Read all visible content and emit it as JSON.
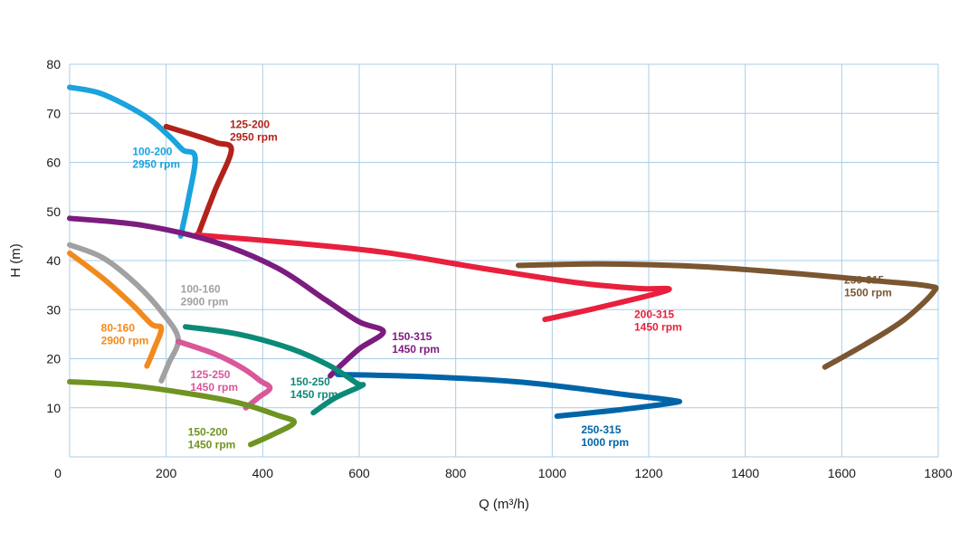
{
  "chart_data": {
    "type": "line",
    "xlabel": "Q (m³/h)",
    "ylabel": "H (m)",
    "xlim": [
      0,
      1800
    ],
    "ylim": [
      0,
      80
    ],
    "x_ticks": [
      0,
      200,
      400,
      600,
      800,
      1000,
      1200,
      1400,
      1600,
      1800
    ],
    "y_ticks": [
      10,
      20,
      30,
      40,
      50,
      60,
      70,
      80
    ],
    "grid": true,
    "series": [
      {
        "name": "100-200 2950 rpm",
        "label_lines": [
          "100-200",
          "2950 rpm"
        ],
        "color": "#1aa3de",
        "label_at": [
          130,
          61.5
        ],
        "label_anchor": "start",
        "points": [
          [
            0,
            75.3
          ],
          [
            60,
            74.2
          ],
          [
            120,
            71.5
          ],
          [
            170,
            68.5
          ],
          [
            210,
            65
          ],
          [
            235,
            62.5
          ],
          [
            260,
            61
          ],
          [
            245,
            52
          ],
          [
            230,
            45
          ]
        ]
      },
      {
        "name": "125-200 2950 rpm",
        "label_lines": [
          "125-200",
          "2950 rpm"
        ],
        "color": "#b3221a",
        "label_at": [
          332,
          67
        ],
        "label_anchor": "start",
        "points": [
          [
            200,
            67.3
          ],
          [
            260,
            65.5
          ],
          [
            305,
            64
          ],
          [
            335,
            62.5
          ],
          [
            300,
            54
          ],
          [
            265,
            45
          ]
        ]
      },
      {
        "name": "200-315 1450 rpm",
        "label_lines": [
          "200-315",
          "1450 rpm"
        ],
        "color": "#e8203d",
        "label_at": [
          1170,
          28.3
        ],
        "label_anchor": "start",
        "points": [
          [
            262,
            45.2
          ],
          [
            450,
            43.7
          ],
          [
            650,
            41.7
          ],
          [
            850,
            38.5
          ],
          [
            1050,
            35.5
          ],
          [
            1180,
            34.3
          ],
          [
            1240,
            34
          ],
          [
            1100,
            30.5
          ],
          [
            985,
            28
          ]
        ]
      },
      {
        "name": "250-315 1500 rpm",
        "label_lines": [
          "250-315",
          "1500 rpm"
        ],
        "color": "#7a5631",
        "label_at": [
          1605,
          35.3
        ],
        "label_anchor": "start",
        "points": [
          [
            930,
            39
          ],
          [
            1100,
            39.3
          ],
          [
            1300,
            38.8
          ],
          [
            1500,
            37.4
          ],
          [
            1680,
            35.8
          ],
          [
            1780,
            34.8
          ],
          [
            1790,
            33.6
          ],
          [
            1730,
            28
          ],
          [
            1650,
            23
          ],
          [
            1565,
            18.3
          ]
        ]
      },
      {
        "name": "150-315 1450 rpm",
        "label_lines": [
          "150-315",
          "1450 rpm"
        ],
        "color": "#7b1c7e",
        "label_at": [
          668,
          23.8
        ],
        "label_anchor": "start",
        "points": [
          [
            0,
            48.6
          ],
          [
            150,
            47.2
          ],
          [
            300,
            43.8
          ],
          [
            430,
            38.5
          ],
          [
            530,
            32
          ],
          [
            600,
            27.5
          ],
          [
            650,
            25.5
          ],
          [
            600,
            22
          ],
          [
            555,
            18
          ],
          [
            540,
            16.5
          ]
        ]
      },
      {
        "name": "250-315 1000 rpm",
        "label_lines": [
          "250-315",
          "1000 rpm"
        ],
        "color": "#0065a8",
        "label_at": [
          1060,
          4.8
        ],
        "label_anchor": "start",
        "points": [
          [
            555,
            16.8
          ],
          [
            750,
            16.3
          ],
          [
            950,
            15.1
          ],
          [
            1150,
            12.7
          ],
          [
            1250,
            11.5
          ],
          [
            1250,
            11
          ],
          [
            1130,
            9.5
          ],
          [
            1010,
            8.3
          ]
        ]
      },
      {
        "name": "100-160 2900 rpm",
        "label_lines": [
          "100-160",
          "2900 rpm"
        ],
        "color": "#a1a1a1",
        "label_at": [
          230,
          33.5
        ],
        "label_anchor": "start",
        "points": [
          [
            0,
            43.2
          ],
          [
            70,
            40.5
          ],
          [
            140,
            35
          ],
          [
            195,
            29
          ],
          [
            225,
            24
          ],
          [
            205,
            19
          ],
          [
            190,
            15.5
          ]
        ]
      },
      {
        "name": "80-160 2900 rpm",
        "label_lines": [
          "80-160",
          "2900 rpm"
        ],
        "color": "#f18a1c",
        "label_at": [
          65,
          25.5
        ],
        "label_anchor": "start",
        "points": [
          [
            0,
            41.5
          ],
          [
            70,
            36.3
          ],
          [
            130,
            31
          ],
          [
            170,
            27
          ],
          [
            190,
            26.2
          ],
          [
            175,
            22
          ],
          [
            160,
            18.5
          ]
        ]
      },
      {
        "name": "125-250 1450 rpm",
        "label_lines": [
          "125-250",
          "1450 rpm"
        ],
        "color": "#d9579a",
        "label_at": [
          250,
          16
        ],
        "label_anchor": "start",
        "points": [
          [
            225,
            23.5
          ],
          [
            300,
            21
          ],
          [
            360,
            18
          ],
          [
            395,
            15.5
          ],
          [
            415,
            14
          ],
          [
            390,
            12
          ],
          [
            365,
            10
          ]
        ]
      },
      {
        "name": "150-250 1450 rpm",
        "label_lines": [
          "150-250",
          "1450 rpm"
        ],
        "color": "#0c8a78",
        "label_at": [
          457,
          14.6
        ],
        "label_anchor": "start",
        "points": [
          [
            240,
            26.5
          ],
          [
            350,
            25
          ],
          [
            460,
            22
          ],
          [
            540,
            18.5
          ],
          [
            595,
            15
          ],
          [
            605,
            14.5
          ],
          [
            550,
            12
          ],
          [
            505,
            9
          ]
        ]
      },
      {
        "name": "150-200 1450 rpm",
        "label_lines": [
          "150-200",
          "1450 rpm"
        ],
        "color": "#6f9422",
        "label_at": [
          245,
          4.3
        ],
        "label_anchor": "start",
        "points": [
          [
            0,
            15.3
          ],
          [
            120,
            14.6
          ],
          [
            240,
            13
          ],
          [
            350,
            11
          ],
          [
            430,
            8.5
          ],
          [
            465,
            7
          ],
          [
            420,
            4.5
          ],
          [
            375,
            2.5
          ]
        ]
      }
    ]
  }
}
